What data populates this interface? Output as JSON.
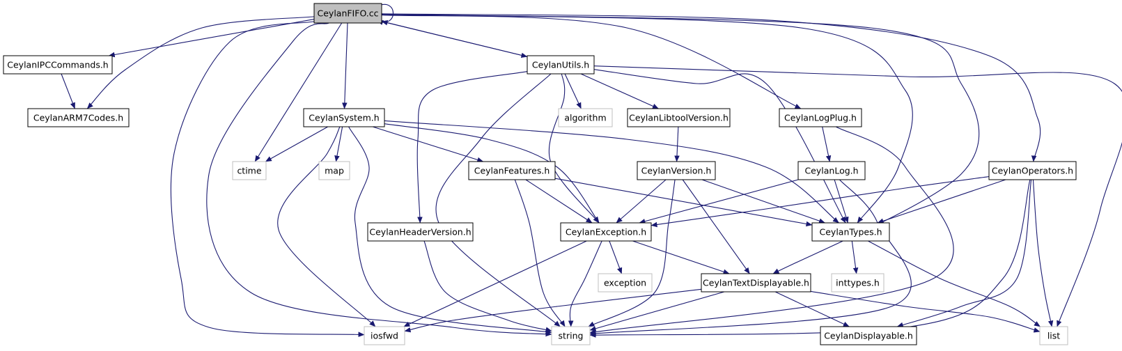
{
  "colors": {
    "edge": "#191970",
    "root_fill": "#bfbfbf",
    "node_border": "#000000",
    "system_border": "#bfbfbf",
    "text": "#000000"
  },
  "nodes": [
    {
      "id": "fifo",
      "label": "CeylanFIFO.cc",
      "kind": "root"
    },
    {
      "id": "ipc",
      "label": "CeylanIPCCommands.h",
      "kind": "header"
    },
    {
      "id": "arm7",
      "label": "CeylanARM7Codes.h",
      "kind": "header"
    },
    {
      "id": "utils",
      "label": "CeylanUtils.h",
      "kind": "header"
    },
    {
      "id": "system",
      "label": "CeylanSystem.h",
      "kind": "header"
    },
    {
      "id": "algorithm",
      "label": "algorithm",
      "kind": "system"
    },
    {
      "id": "libtool",
      "label": "CeylanLibtoolVersion.h",
      "kind": "header"
    },
    {
      "id": "logplug",
      "label": "CeylanLogPlug.h",
      "kind": "header"
    },
    {
      "id": "ctime",
      "label": "ctime",
      "kind": "system"
    },
    {
      "id": "map",
      "label": "map",
      "kind": "system"
    },
    {
      "id": "features",
      "label": "CeylanFeatures.h",
      "kind": "header"
    },
    {
      "id": "version",
      "label": "CeylanVersion.h",
      "kind": "header"
    },
    {
      "id": "log",
      "label": "CeylanLog.h",
      "kind": "header"
    },
    {
      "id": "operators",
      "label": "CeylanOperators.h",
      "kind": "header"
    },
    {
      "id": "hversion",
      "label": "CeylanHeaderVersion.h",
      "kind": "header"
    },
    {
      "id": "exception",
      "label": "CeylanException.h",
      "kind": "header"
    },
    {
      "id": "types",
      "label": "CeylanTypes.h",
      "kind": "header"
    },
    {
      "id": "stdexception",
      "label": "exception",
      "kind": "system"
    },
    {
      "id": "textdisp",
      "label": "CeylanTextDisplayable.h",
      "kind": "header"
    },
    {
      "id": "inttypes",
      "label": "inttypes.h",
      "kind": "system"
    },
    {
      "id": "iosfwd",
      "label": "iosfwd",
      "kind": "system"
    },
    {
      "id": "string",
      "label": "string",
      "kind": "system"
    },
    {
      "id": "displayable",
      "label": "CeylanDisplayable.h",
      "kind": "header"
    },
    {
      "id": "list",
      "label": "list",
      "kind": "system"
    }
  ],
  "edges": [
    [
      "fifo",
      "fifo"
    ],
    [
      "fifo",
      "ipc"
    ],
    [
      "fifo",
      "arm7"
    ],
    [
      "fifo",
      "utils"
    ],
    [
      "fifo",
      "system"
    ],
    [
      "fifo",
      "ctime"
    ],
    [
      "fifo",
      "logplug"
    ],
    [
      "fifo",
      "operators"
    ],
    [
      "fifo",
      "types"
    ],
    [
      "fifo",
      "textdisp"
    ],
    [
      "fifo",
      "iosfwd"
    ],
    [
      "fifo",
      "string"
    ],
    [
      "ipc",
      "arm7"
    ],
    [
      "utils",
      "fifo"
    ],
    [
      "utils",
      "algorithm"
    ],
    [
      "utils",
      "libtool"
    ],
    [
      "utils",
      "hversion"
    ],
    [
      "utils",
      "exception"
    ],
    [
      "utils",
      "types"
    ],
    [
      "utils",
      "string"
    ],
    [
      "utils",
      "list"
    ],
    [
      "system",
      "ctime"
    ],
    [
      "system",
      "map"
    ],
    [
      "system",
      "features"
    ],
    [
      "system",
      "exception"
    ],
    [
      "system",
      "types"
    ],
    [
      "system",
      "iosfwd"
    ],
    [
      "system",
      "string"
    ],
    [
      "libtool",
      "version"
    ],
    [
      "logplug",
      "log"
    ],
    [
      "logplug",
      "string"
    ],
    [
      "features",
      "exception"
    ],
    [
      "features",
      "types"
    ],
    [
      "features",
      "string"
    ],
    [
      "version",
      "exception"
    ],
    [
      "version",
      "types"
    ],
    [
      "version",
      "textdisp"
    ],
    [
      "version",
      "string"
    ],
    [
      "log",
      "exception"
    ],
    [
      "log",
      "types"
    ],
    [
      "log",
      "string"
    ],
    [
      "operators",
      "exception"
    ],
    [
      "operators",
      "types"
    ],
    [
      "operators",
      "string"
    ],
    [
      "operators",
      "displayable"
    ],
    [
      "operators",
      "list"
    ],
    [
      "hversion",
      "string"
    ],
    [
      "exception",
      "stdexception"
    ],
    [
      "exception",
      "textdisp"
    ],
    [
      "exception",
      "iosfwd"
    ],
    [
      "exception",
      "string"
    ],
    [
      "types",
      "inttypes"
    ],
    [
      "types",
      "list"
    ],
    [
      "textdisp",
      "displayable"
    ],
    [
      "textdisp",
      "string"
    ],
    [
      "textdisp",
      "iosfwd"
    ],
    [
      "textdisp",
      "list"
    ]
  ]
}
